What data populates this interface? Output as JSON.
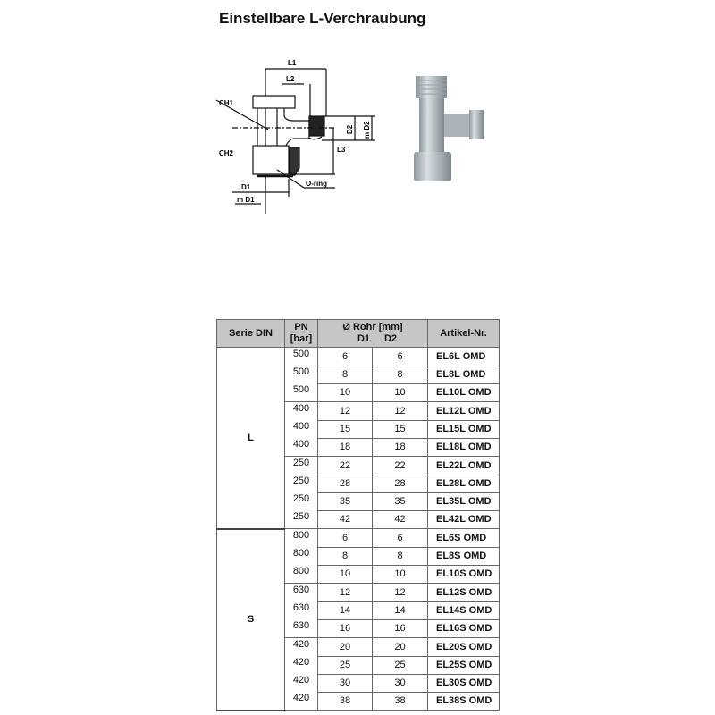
{
  "title": "Einstellbare L-Verchraubung",
  "drawing_labels": {
    "l1": "L1",
    "l2": "L2",
    "ch1": "CH1",
    "ch2": "CH2",
    "d2": "D2",
    "md2": "m D2",
    "l3": "L3",
    "d1": "D1",
    "md1": "m D1",
    "oring": "O-ring"
  },
  "table": {
    "headers": {
      "serie": "Serie DIN",
      "pn": "PN",
      "pn_unit": "[bar]",
      "rohr": "Ø Rohr [mm]",
      "d1": "D1",
      "d2": "D2",
      "artikel": "Artikel-Nr."
    },
    "groups": [
      {
        "serie": "L",
        "rows": [
          {
            "pn": "500",
            "d1": "6",
            "d2": "6",
            "art": "EL6L OMD"
          },
          {
            "pn": "500",
            "d1": "8",
            "d2": "8",
            "art": "EL8L OMD"
          },
          {
            "pn": "500",
            "d1": "10",
            "d2": "10",
            "art": "EL10L OMD"
          },
          {
            "pn": "400",
            "d1": "12",
            "d2": "12",
            "art": "EL12L OMD"
          },
          {
            "pn": "400",
            "d1": "15",
            "d2": "15",
            "art": "EL15L OMD"
          },
          {
            "pn": "400",
            "d1": "18",
            "d2": "18",
            "art": "EL18L OMD"
          },
          {
            "pn": "250",
            "d1": "22",
            "d2": "22",
            "art": "EL22L OMD"
          },
          {
            "pn": "250",
            "d1": "28",
            "d2": "28",
            "art": "EL28L OMD"
          },
          {
            "pn": "250",
            "d1": "35",
            "d2": "35",
            "art": "EL35L OMD"
          },
          {
            "pn": "250",
            "d1": "42",
            "d2": "42",
            "art": "EL42L OMD"
          }
        ]
      },
      {
        "serie": "S",
        "rows": [
          {
            "pn": "800",
            "d1": "6",
            "d2": "6",
            "art": "EL6S OMD"
          },
          {
            "pn": "800",
            "d1": "8",
            "d2": "8",
            "art": "EL8S OMD"
          },
          {
            "pn": "800",
            "d1": "10",
            "d2": "10",
            "art": "EL10S OMD"
          },
          {
            "pn": "630",
            "d1": "12",
            "d2": "12",
            "art": "EL12S OMD"
          },
          {
            "pn": "630",
            "d1": "14",
            "d2": "14",
            "art": "EL14S OMD"
          },
          {
            "pn": "630",
            "d1": "16",
            "d2": "16",
            "art": "EL16S OMD"
          },
          {
            "pn": "420",
            "d1": "20",
            "d2": "20",
            "art": "EL20S OMD"
          },
          {
            "pn": "420",
            "d1": "25",
            "d2": "25",
            "art": "EL25S OMD"
          },
          {
            "pn": "420",
            "d1": "30",
            "d2": "30",
            "art": "EL30S OMD"
          },
          {
            "pn": "420",
            "d1": "38",
            "d2": "38",
            "art": "EL38S OMD"
          }
        ]
      }
    ]
  }
}
